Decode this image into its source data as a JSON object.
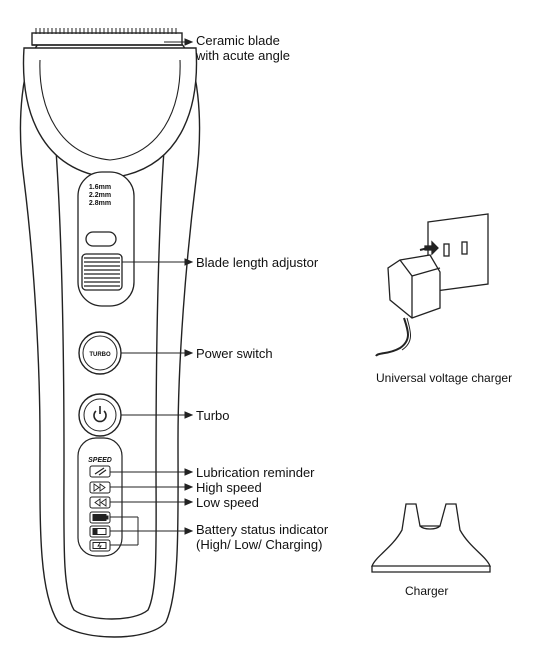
{
  "callouts": {
    "ceramic_blade_line1": "Ceramic blade",
    "ceramic_blade_line2": "with acute angle",
    "blade_length_adjustor": "Blade length adjustor",
    "power_switch": "Power switch",
    "turbo": "Turbo",
    "lubrication_reminder": "Lubrication reminder",
    "high_speed": "High speed",
    "low_speed": "Low speed",
    "battery_line1": "Battery status indicator",
    "battery_line2": "(High/ Low/ Charging)"
  },
  "clipper": {
    "length_marks": [
      "1.6mm",
      "2.2mm",
      "2.8mm"
    ],
    "turbo_button_text": "TURBO",
    "speed_label": "SPEED"
  },
  "captions": {
    "wall_charger": "Universal voltage charger",
    "base_charger": "Charger"
  }
}
